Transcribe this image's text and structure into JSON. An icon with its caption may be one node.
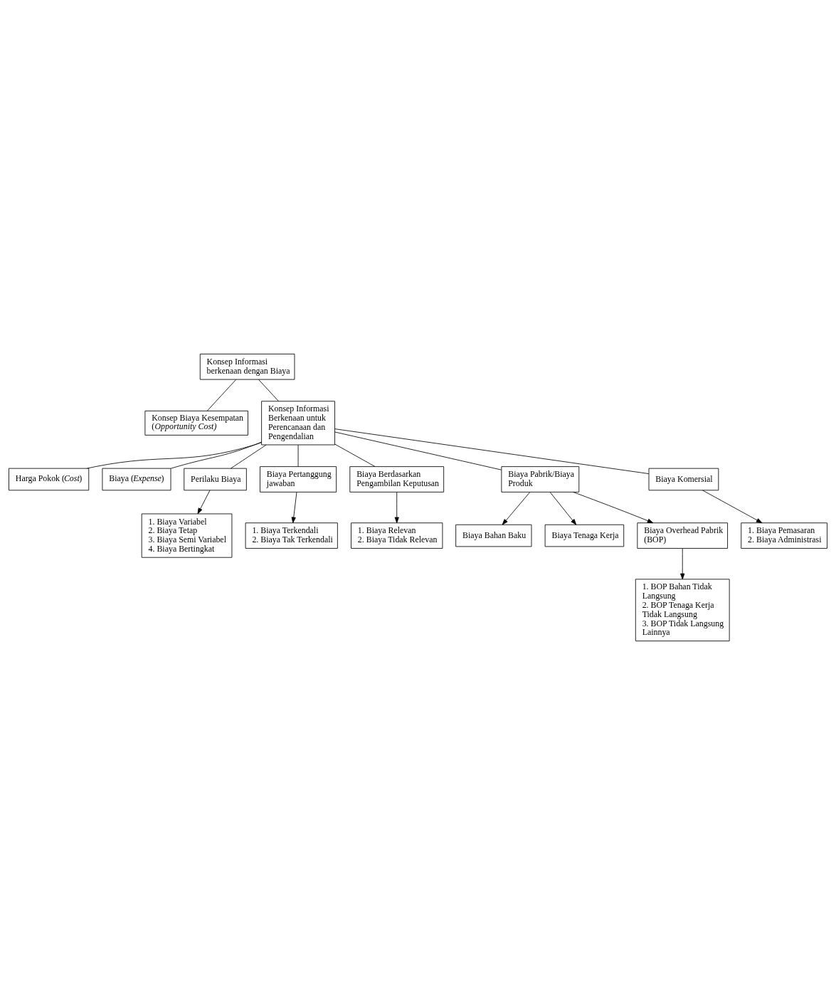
{
  "diagram": {
    "nodes": [
      {
        "text": [
          "Konsep Informasi berkenaan dengan Biaya"
        ]
      },
      {
        "text": [
          "Konsep Biaya Kesempatan (*Opportunity Cost)*"
        ]
      },
      {
        "text": [
          "Konsep Informasi Berkenaan untuk Perencanaan dan Pengendalian"
        ]
      },
      {
        "text": [
          "Harga Pokok (*Cost*)"
        ]
      },
      {
        "text": [
          "Biaya (*Expense*)"
        ]
      },
      {
        "text": [
          "Perilaku Biaya"
        ]
      },
      {
        "text": [
          "Biaya Pertanggung jawaban"
        ]
      },
      {
        "text": [
          "Biaya Berdasarkan Pengambilan Keputusan"
        ]
      },
      {
        "text": [
          "Biaya Pabrik/Biaya Produk"
        ]
      },
      {
        "text": [
          "Biaya Komersial"
        ]
      },
      {
        "text": [
          "1. Biaya Variabel",
          "2. Biaya Tetap",
          "3. Biaya Semi Variabel",
          "4. Biaya Bertingkat"
        ]
      },
      {
        "text": [
          "Biaya Bahan Baku"
        ]
      },
      {
        "text": [
          "Biaya Tenaga Kerja"
        ]
      },
      {
        "text": [
          "Biaya Overhead Pabrik (BOP)"
        ]
      },
      {
        "text": [
          "1. Biaya Pemasaran",
          "2. Biaya Administrasi"
        ]
      },
      {
        "text": [
          "1. Biaya Terkendali",
          "2. Biaya Tak Terkendali"
        ]
      },
      {
        "text": [
          "1. BOP Bahan Tidak Langsung",
          "2. BOP Tenaga Kerja Tidak Langsung",
          "3. BOP Tidak Langsung Lainnya"
        ]
      },
      {
        "text": [
          "1. Biaya Relevan",
          "2. Biaya Tidak Relevan"
        ]
      }
    ],
    "edges": [
      {
        "from": 0,
        "to": 1,
        "arrow": "none"
      },
      {
        "from": 0,
        "to": 2,
        "arrow": "none"
      },
      {
        "from": 2,
        "to": 3,
        "arrow": "none"
      },
      {
        "from": 2,
        "to": 4,
        "arrow": "none"
      },
      {
        "from": 2,
        "to": 8,
        "arrow": "none"
      },
      {
        "from": 2,
        "to": 9,
        "arrow": "none"
      },
      {
        "from": 2,
        "to": 5,
        "arrow": "none"
      },
      {
        "from": 2,
        "to": 6,
        "arrow": "none"
      },
      {
        "from": 2,
        "to": 7,
        "arrow": "none"
      },
      {
        "from": 5,
        "to": 10,
        "arrow": "to"
      },
      {
        "from": 6,
        "to": 15,
        "arrow": "to"
      },
      {
        "from": 7,
        "to": 17,
        "arrow": "to"
      },
      {
        "from": 8,
        "to": 11,
        "arrow": "to"
      },
      {
        "from": 8,
        "to": 12,
        "arrow": "to"
      },
      {
        "from": 8,
        "to": 13,
        "arrow": "to"
      },
      {
        "from": 9,
        "to": 14,
        "arrow": "to"
      },
      {
        "from": 13,
        "to": 16,
        "arrow": "to"
      }
    ]
  }
}
